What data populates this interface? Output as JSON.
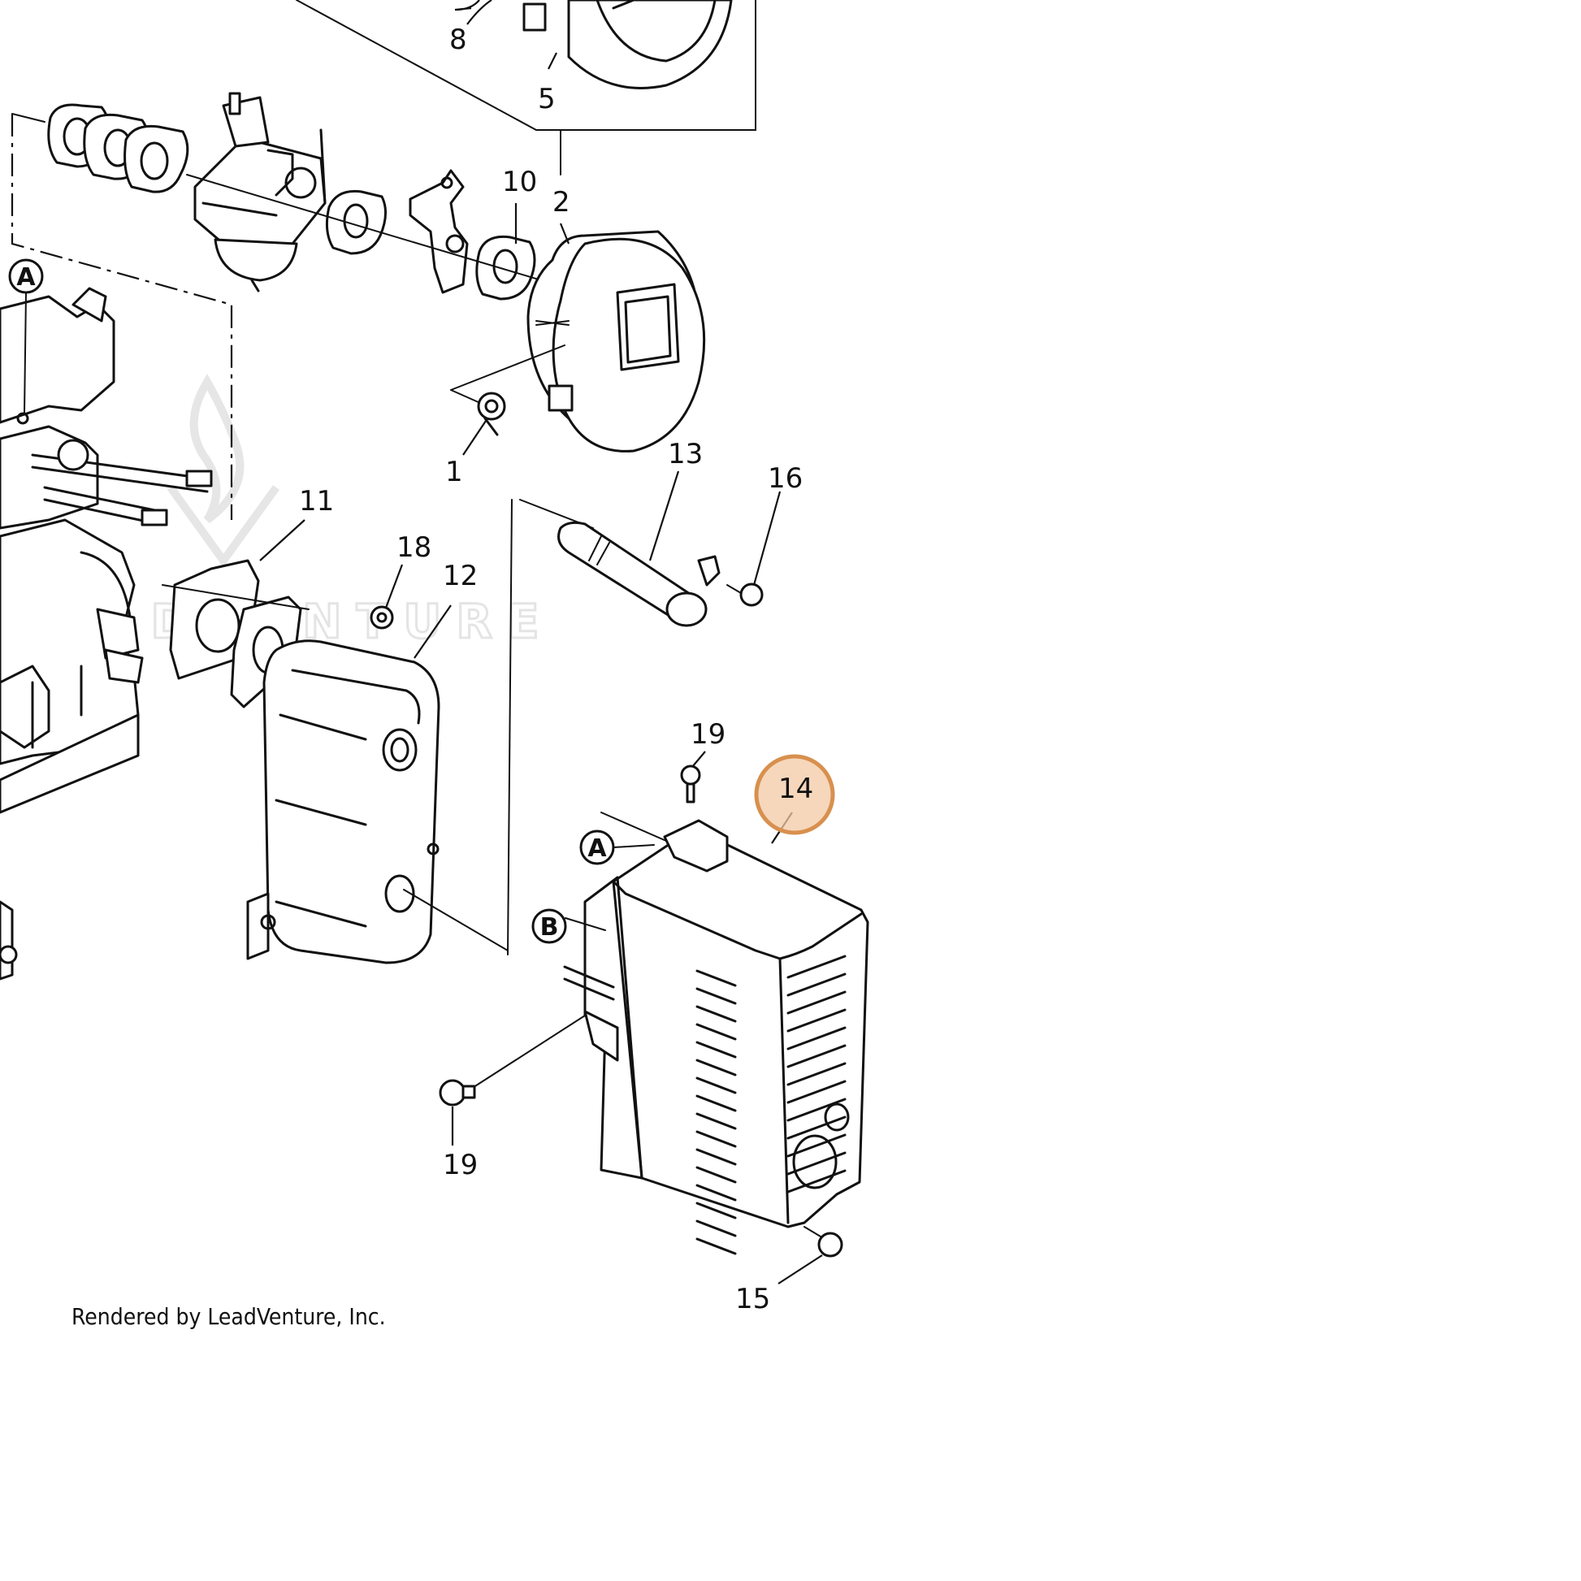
{
  "diagram": {
    "part_labels": {
      "p1": "1",
      "p2": "2",
      "p5": "5",
      "p8": "8",
      "p10": "10",
      "p11": "11",
      "p12": "12",
      "p13": "13",
      "p14": "14",
      "p15": "15",
      "p16": "16",
      "p18": "18",
      "p19_top": "19",
      "p19_bottom": "19"
    },
    "reference_letters": {
      "a_left": "A",
      "a_muffler": "A",
      "b_muffler": "B"
    },
    "highlighted_part": "14",
    "highlight_color": "#f3c9a4",
    "watermark_text": "LEADVENTURE"
  },
  "footer": {
    "credit": "Rendered by LeadVenture, Inc."
  }
}
